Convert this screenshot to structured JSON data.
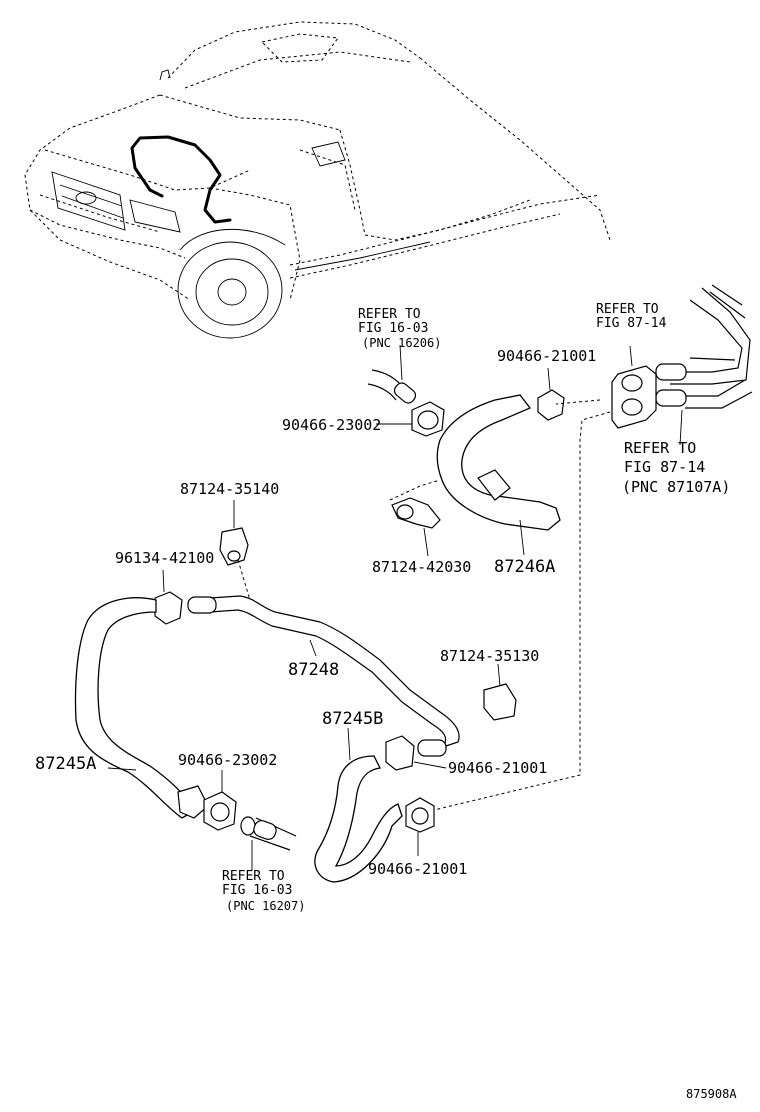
{
  "labels": {
    "p_90466_21001_top": "90466-21001",
    "p_90466_23002_top": "90466-23002",
    "p_87124_35140": "87124-35140",
    "p_96134_42100": "96134-42100",
    "p_87124_42030": "87124-42030",
    "p_87246A": "87246A",
    "p_87248": "87248",
    "p_87124_35130": "87124-35130",
    "p_87245B": "87245B",
    "p_87245A": "87245A",
    "p_90466_23002_bottom": "90466-23002",
    "p_90466_21001_mid": "90466-21001",
    "p_90466_21001_bottom": "90466-21001"
  },
  "refs": {
    "ref_16_03_top": {
      "l1": "REFER TO",
      "l2": "FIG 16-03",
      "l3": "(PNC 16206)"
    },
    "ref_87_14_top": {
      "l1": "REFER TO",
      "l2": "FIG 87-14"
    },
    "ref_87_14_right": {
      "l1": "REFER TO",
      "l2": "FIG 87-14",
      "l3": "(PNC 87107A)"
    },
    "ref_16_03_bottom": {
      "l1": "REFER TO",
      "l2": "FIG 16-03",
      "l3": "(PNC 16207)"
    }
  },
  "figure_id": "875908A"
}
